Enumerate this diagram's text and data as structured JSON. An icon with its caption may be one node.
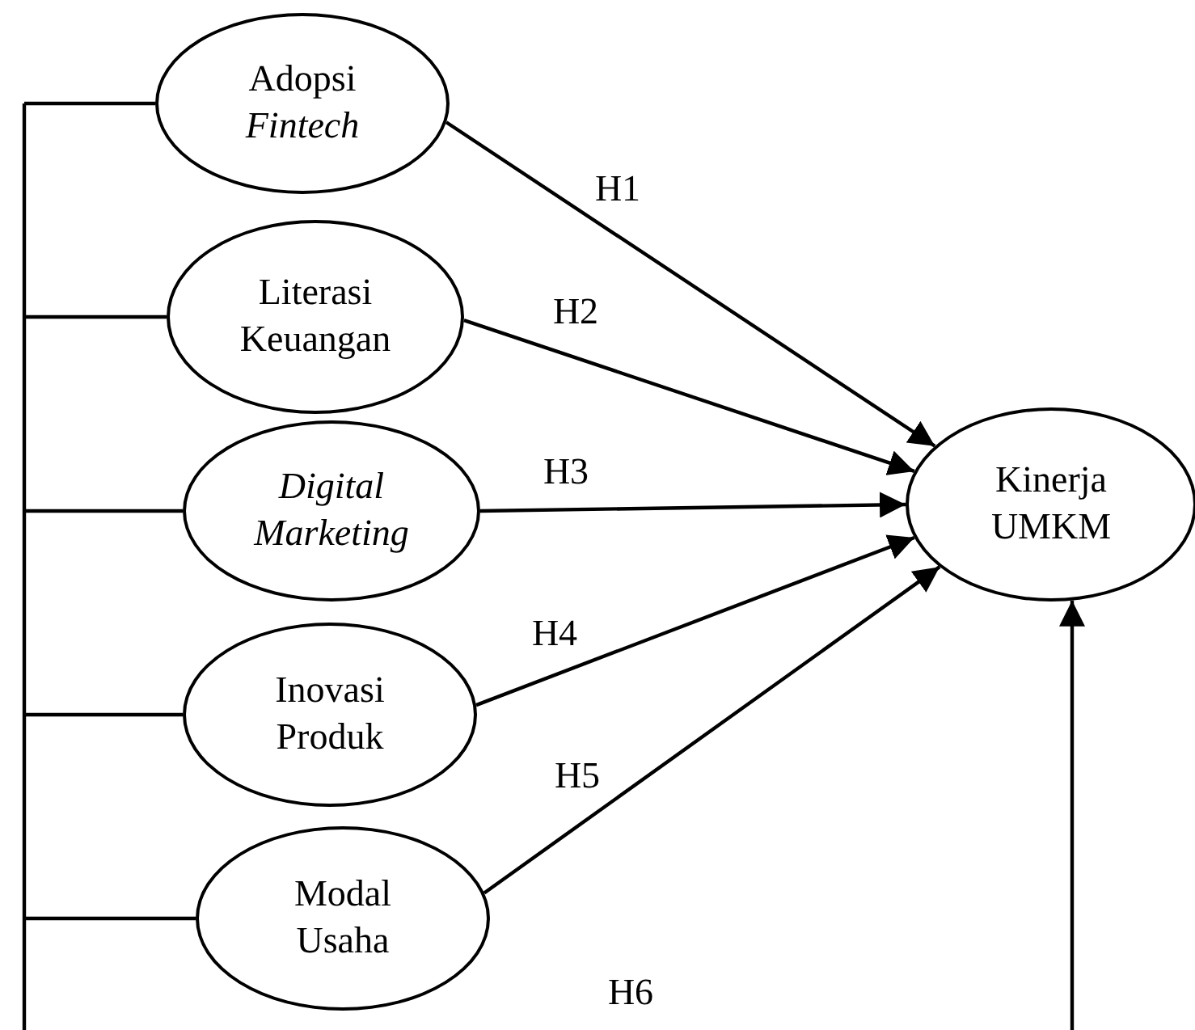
{
  "diagram": {
    "nodes": [
      {
        "text": [
          "Adopsi *Fintech*"
        ]
      },
      {
        "text": [
          "Literasi Keuangan"
        ]
      },
      {
        "text": [
          "Digital Marketing"
        ]
      },
      {
        "text": [
          "Inovasi Produk"
        ]
      },
      {
        "text": [
          "Modal Usaha"
        ]
      },
      {
        "text": [
          "Kinerja UMKM"
        ]
      }
    ],
    "edges": [
      {
        "from": 0,
        "to": 5,
        "arrow": "to",
        "label": "H1"
      },
      {
        "from": 1,
        "to": 5,
        "arrow": "to",
        "label": "H2"
      },
      {
        "from": 2,
        "to": 5,
        "arrow": "to",
        "label": "H3"
      },
      {
        "from": 3,
        "to": 5,
        "arrow": "to",
        "label": "H4"
      },
      {
        "from": 4,
        "to": 5,
        "arrow": "to",
        "label": "H5"
      },
      {
        "from": 0,
        "to": 5,
        "arrow": "to",
        "label": "H6"
      },
      {
        "from": 1,
        "to": 5,
        "arrow": "to"
      },
      {
        "from": 2,
        "to": 5,
        "arrow": "to"
      },
      {
        "from": 3,
        "to": 5,
        "arrow": "to"
      },
      {
        "from": 4,
        "to": 5,
        "arrow": "to"
      }
    ]
  }
}
